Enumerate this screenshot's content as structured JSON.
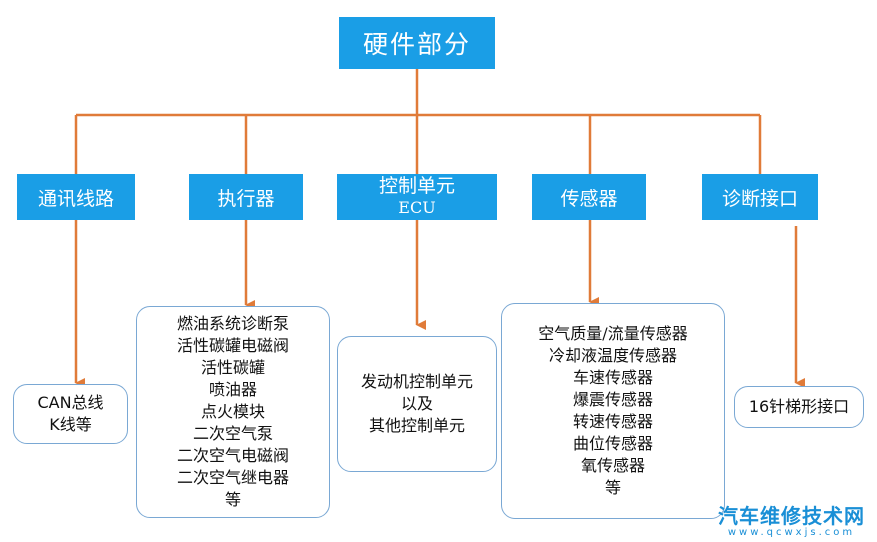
{
  "root": {
    "label": "硬件部分"
  },
  "categories": [
    {
      "label": "通讯线路"
    },
    {
      "label": "执行器"
    },
    {
      "label_line1": "控制单元",
      "label_line2": "ECU"
    },
    {
      "label": "传感器"
    },
    {
      "label": "诊断接口"
    }
  ],
  "leaves": {
    "communication": [
      "CAN总线",
      "K线等"
    ],
    "actuators": [
      "燃油系统诊断泵",
      "活性碳罐电磁阀",
      "活性碳罐",
      "喷油器",
      "点火模块",
      "二次空气泵",
      "二次空气电磁阀",
      "二次空气继电器",
      "等"
    ],
    "ecu": [
      "发动机控制单元",
      "以及",
      "其他控制单元"
    ],
    "sensors": [
      "空气质量/流量传感器",
      "冷却液温度传感器",
      "车速传感器",
      "爆震传感器",
      "转速传感器",
      "曲位传感器",
      "氧传感器",
      "等"
    ],
    "diagnostic": [
      "16针梯形接口"
    ]
  },
  "watermark": {
    "title": "汽车维修技术网",
    "url": "www.qcwxjs.com"
  },
  "colors": {
    "box_fill": "#1a9ee6",
    "connector": "#e07b39",
    "leaf_border": "#7aa8d4"
  }
}
